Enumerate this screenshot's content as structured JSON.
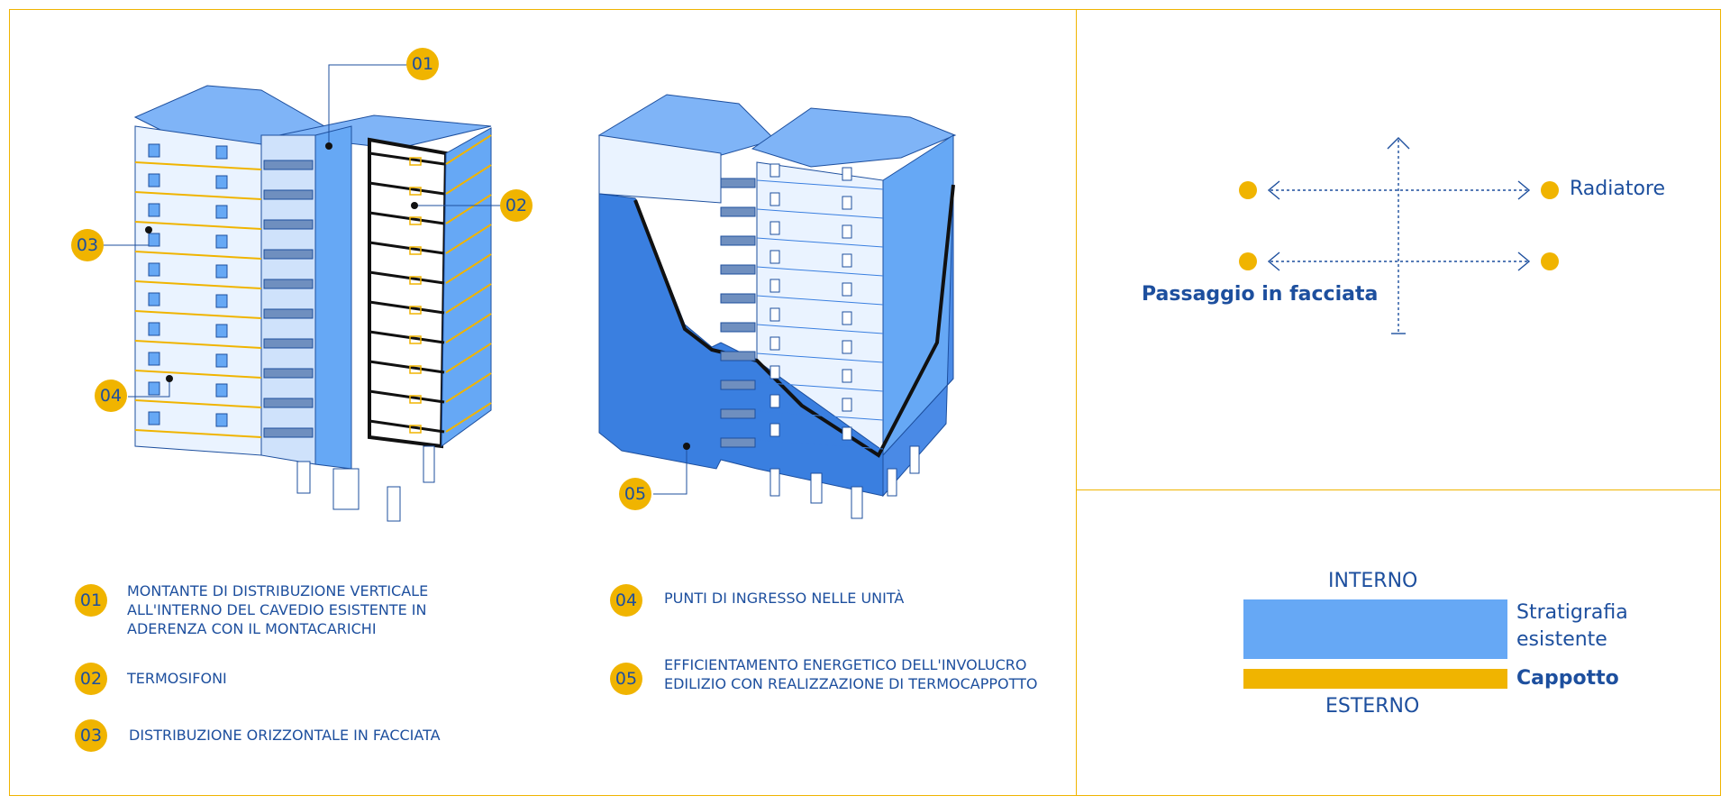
{
  "callouts": {
    "c01": "01",
    "c02": "02",
    "c03": "03",
    "c04": "04",
    "c05": "05"
  },
  "legend": [
    {
      "num": "01",
      "text": "MONTANTE  DI DISTRIBUZIONE VERTICALE ALL'INTERNO DEL CAVEDIO ESISTENTE IN ADERENZA CON IL MONTACARICHI"
    },
    {
      "num": "02",
      "text": "TERMOSIFONI"
    },
    {
      "num": "03",
      "text": "DISTRIBUZIONE ORIZZONTALE IN FACCIATA"
    },
    {
      "num": "04",
      "text": "PUNTI DI INGRESSO NELLE UNITÀ"
    },
    {
      "num": "05",
      "text": "EFFICIENTAMENTO ENERGETICO DELL'INVOLUCRO EDILIZIO CON REALIZZAZIONE DI TERMOCAPPOTTO"
    }
  ],
  "schema": {
    "radiatore": "Radiatore",
    "passaggio": "Passaggio in facciata"
  },
  "stratigraphy": {
    "interno": "INTERNO",
    "esterno": "ESTERNO",
    "existing": "Stratigrafia esistente",
    "cappotto": "Cappotto"
  },
  "colors": {
    "accent": "#f0b400",
    "blue_dark": "#1d4f9e",
    "blue_light": "#66a8f5",
    "blue_mid": "#3a7fe0"
  }
}
